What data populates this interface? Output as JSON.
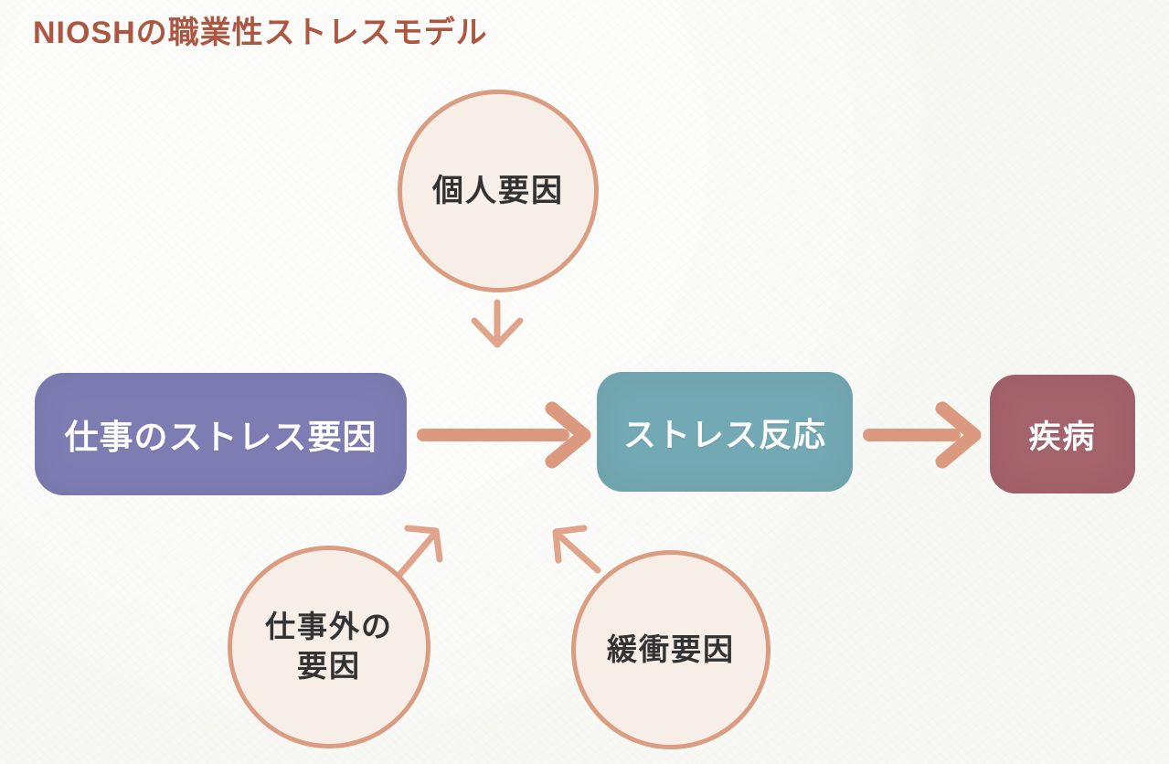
{
  "title": "NIOSHの職業性ストレスモデル",
  "diagram_type": "flow-model",
  "nodes": {
    "personal_factors": {
      "label": "個人要因",
      "shape": "circle"
    },
    "job_stressors": {
      "label": "仕事のストレス要因",
      "shape": "rounded-box",
      "color": "#7d7db4"
    },
    "stress_response": {
      "label": "ストレス反応",
      "shape": "rounded-box",
      "color": "#73a9b4"
    },
    "illness": {
      "label": "疾病",
      "shape": "rounded-box",
      "color": "#a5636c"
    },
    "nonwork_factors": {
      "line1": "仕事外の",
      "line2": "要因",
      "shape": "circle"
    },
    "buffer_factors": {
      "label": "緩衝要因",
      "shape": "circle"
    }
  },
  "arrows": [
    {
      "name": "personal-factors-down-arrow",
      "style": "open",
      "direction": "down",
      "from": "personal_factors",
      "to": "main-flow"
    },
    {
      "name": "job-stressors-to-stress-response-arrow",
      "style": "solid",
      "direction": "right",
      "from": "job_stressors",
      "to": "stress_response"
    },
    {
      "name": "stress-response-to-illness-arrow",
      "style": "solid",
      "direction": "right",
      "from": "stress_response",
      "to": "illness"
    },
    {
      "name": "nonwork-factors-up-right-arrow",
      "style": "open",
      "direction": "up-right",
      "from": "nonwork_factors",
      "to": "main-flow"
    },
    {
      "name": "buffer-factors-up-left-arrow",
      "style": "open",
      "direction": "up-left",
      "from": "buffer_factors",
      "to": "main-flow"
    }
  ],
  "colors": {
    "background": "#f8f8f5",
    "title_text": "#ac5742",
    "box_purple": "#7d7db4",
    "box_teal": "#73a9b4",
    "box_maroon": "#a5636c",
    "box_text": "#ffffff",
    "circle_border": "#db9d82",
    "circle_fill": "#f8eee8",
    "circle_text": "#333333",
    "arrow_solid": "#db9a80",
    "arrow_open": "#e0a48b"
  }
}
